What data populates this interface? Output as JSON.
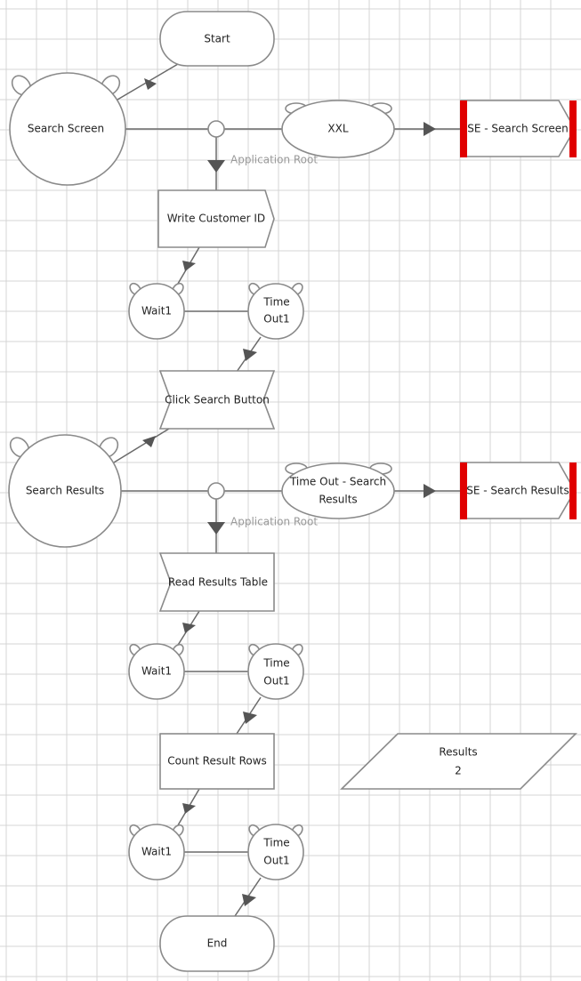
{
  "diagram": {
    "start": "Start",
    "search_screen": "Search Screen",
    "xxl": "XXL",
    "se_search_screen": "SE - Search Screen",
    "app_root_1": "Application Root",
    "write_customer_id": "Write Customer ID",
    "wait_a": "Wait1",
    "timeout_a_1": "Time",
    "timeout_a_2": "Out1",
    "click_search_button": "Click Search Button",
    "search_results": "Search Results",
    "timeout_search_results_1": "Time Out - Search",
    "timeout_search_results_2": "Results",
    "se_search_results": "SE - Search Results",
    "app_root_2": "Application Root",
    "read_results_table": "Read Results Table",
    "wait_b": "Wait1",
    "timeout_b_1": "Time",
    "timeout_b_2": "Out1",
    "count_result_rows": "Count Result Rows",
    "results_label": "Results",
    "results_value": "2",
    "wait_c": "Wait1",
    "timeout_c_1": "Time",
    "timeout_c_2": "Out1",
    "end": "End"
  }
}
